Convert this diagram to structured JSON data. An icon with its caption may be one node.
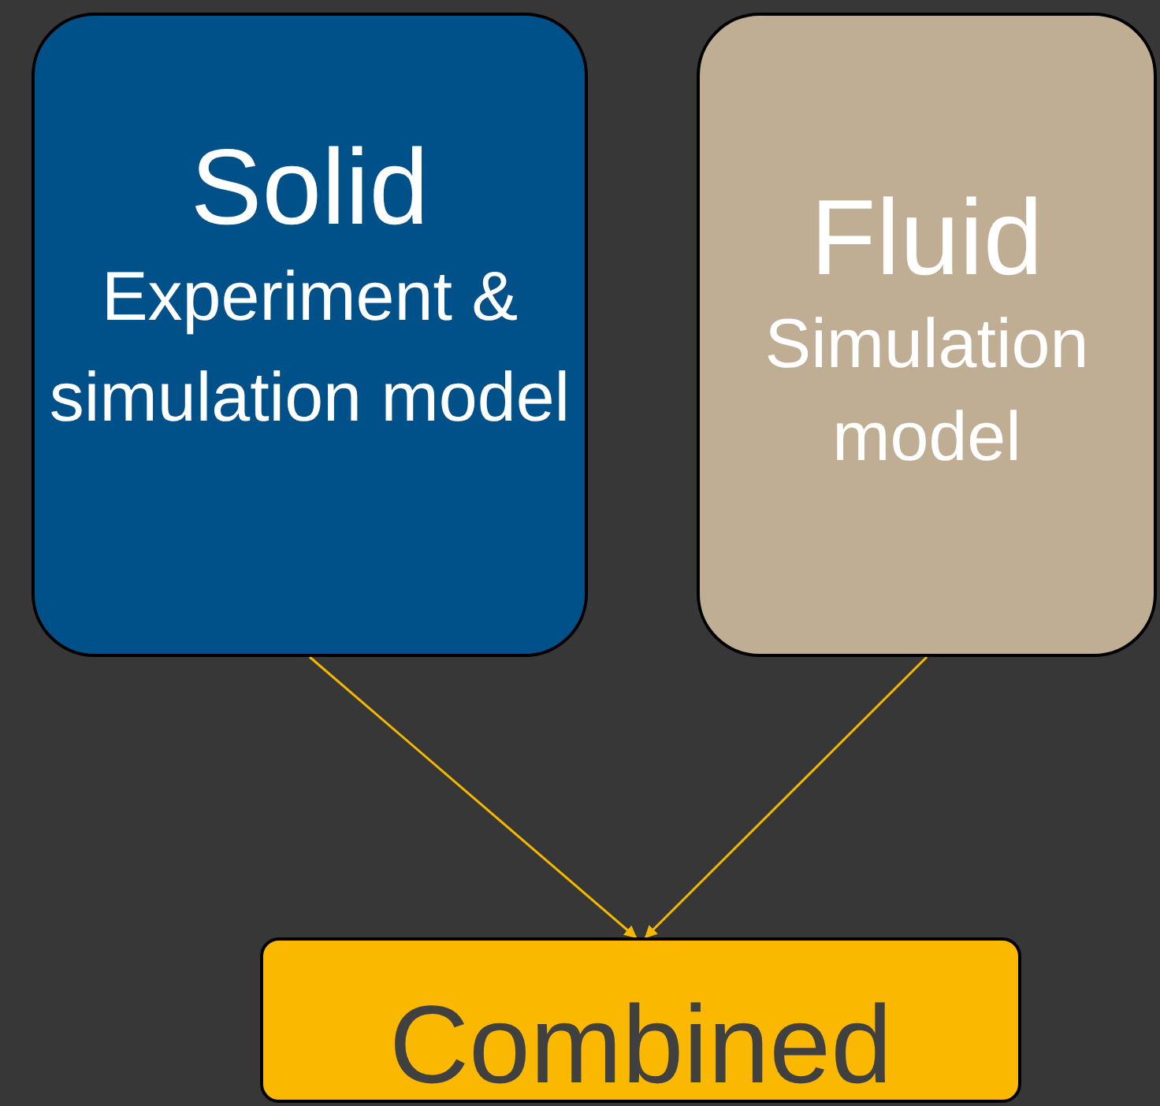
{
  "diagram": {
    "nodes": [
      {
        "text": [
          "Solid",
          "Experiment & simulation model"
        ]
      },
      {
        "text": [
          "Fluid",
          "Simulation model"
        ]
      },
      {
        "text": [
          "Combined"
        ]
      }
    ],
    "edges": [
      {
        "from": 0,
        "to": 2,
        "arrow": "to"
      },
      {
        "from": 1,
        "to": 2,
        "arrow": "to"
      }
    ]
  }
}
